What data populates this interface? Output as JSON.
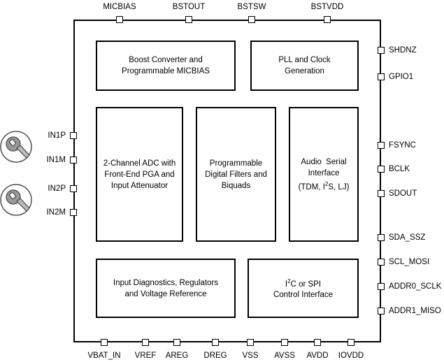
{
  "blocks": {
    "boost": "Boost Converter and Programmable MICBIAS",
    "pll": "PLL and Clock Generation",
    "adc": "2-Channel ADC with Front-End PGA and Input Attenuator",
    "filters": "Programmable Digital Filters and Biquads",
    "asi_line1": "Audio  Serial",
    "asi_line2": "Interface",
    "asi_line3_pre": "(TDM, I",
    "asi_line3_sup": "2",
    "asi_line3_post": "S, LJ)",
    "diag": "Input Diagnostics, Regulators and Voltage Reference",
    "ctrl_line1_pre": "I",
    "ctrl_line1_sup": "2",
    "ctrl_line1_post": "C or SPI",
    "ctrl_line2": "Control Interface"
  },
  "pins": {
    "top": [
      "MICBIAS",
      "BSTOUT",
      "BSTSW",
      "BSTVDD"
    ],
    "left": [
      "IN1P",
      "IN1M",
      "IN2P",
      "IN2M"
    ],
    "right": [
      "SHDNZ",
      "GPIO1",
      "FSYNC",
      "BCLK",
      "SDOUT",
      "SDA_SSZ",
      "SCL_MOSI",
      "ADDR0_SCLK",
      "ADDR1_MISO"
    ],
    "bottom": [
      "VBAT_IN",
      "VREF",
      "AREG",
      "DREG",
      "VSS",
      "AVSS",
      "AVDD",
      "IOVDD"
    ]
  },
  "icons": [
    "microphone-icon",
    "microphone-icon"
  ]
}
